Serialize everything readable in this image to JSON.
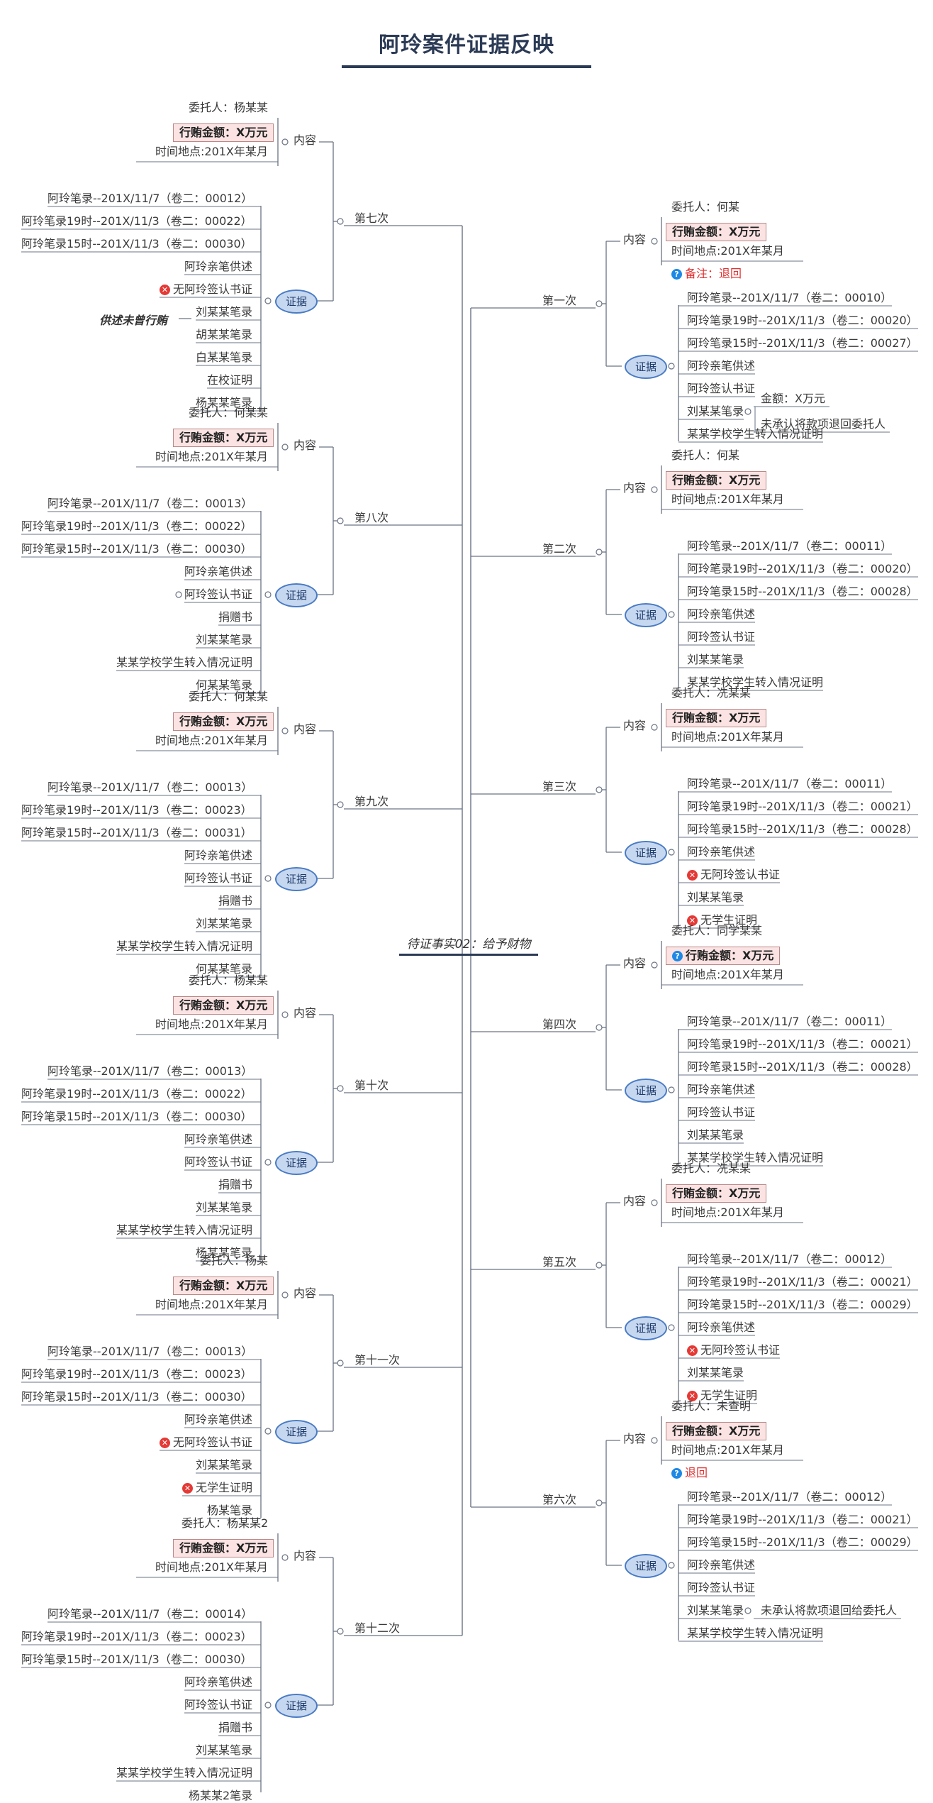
{
  "title": "阿玲案件证据反映",
  "root": "待证事实02：给予财物",
  "labels": {
    "content": "内容",
    "evidence": "证据",
    "amount": "行贿金额：X万元",
    "time_place": "时间地点:201X年某月"
  },
  "sections": [
    {
      "key": "s1",
      "label": "第一次",
      "side": "right",
      "client": "委托人：何某",
      "note": "备注：退回",
      "evidence": [
        {
          "text": "阿玲笔录--201X/11/7（卷二：00010）"
        },
        {
          "text": "阿玲笔录19时--201X/11/3（卷二：00020）"
        },
        {
          "text": "阿玲笔录15时--201X/11/3（卷二：00027）"
        },
        {
          "text": "阿玲亲笔供述"
        },
        {
          "text": "阿玲签认书证"
        },
        {
          "text": "刘某某笔录",
          "children": [
            "金额：X万元",
            "未承认将款项退回委托人"
          ]
        },
        {
          "text": "某某学校学生转入情况证明"
        }
      ]
    },
    {
      "key": "s2",
      "label": "第二次",
      "side": "right",
      "client": "委托人：何某",
      "evidence": [
        {
          "text": "阿玲笔录--201X/11/7（卷二：00011）"
        },
        {
          "text": "阿玲笔录19时--201X/11/3（卷二：00020）"
        },
        {
          "text": "阿玲笔录15时--201X/11/3（卷二：00028）"
        },
        {
          "text": "阿玲亲笔供述"
        },
        {
          "text": "阿玲签认书证"
        },
        {
          "text": "刘某某笔录"
        },
        {
          "text": "某某学校学生转入情况证明"
        }
      ]
    },
    {
      "key": "s3",
      "label": "第三次",
      "side": "right",
      "client": "委托人：冼某某",
      "evidence": [
        {
          "text": "阿玲笔录--201X/11/7（卷二：00011）"
        },
        {
          "text": "阿玲笔录19时--201X/11/3（卷二：00021）"
        },
        {
          "text": "阿玲笔录15时--201X/11/3（卷二：00028）"
        },
        {
          "text": "阿玲亲笔供述"
        },
        {
          "text": "无阿玲签认书证",
          "bad": true
        },
        {
          "text": "刘某某笔录"
        },
        {
          "text": "无学生证明",
          "bad": true
        }
      ]
    },
    {
      "key": "s4",
      "label": "第四次",
      "side": "right",
      "client": "委托人：同学某某",
      "amount_q": true,
      "evidence": [
        {
          "text": "阿玲笔录--201X/11/7（卷二：00011）"
        },
        {
          "text": "阿玲笔录19时--201X/11/3（卷二：00021）"
        },
        {
          "text": "阿玲笔录15时--201X/11/3（卷二：00028）"
        },
        {
          "text": "阿玲亲笔供述"
        },
        {
          "text": "阿玲签认书证"
        },
        {
          "text": "刘某某笔录"
        },
        {
          "text": "某某学校学生转入情况证明"
        }
      ]
    },
    {
      "key": "s5",
      "label": "第五次",
      "side": "right",
      "client": "委托人：冼某某",
      "evidence": [
        {
          "text": "阿玲笔录--201X/11/7（卷二：00012）"
        },
        {
          "text": "阿玲笔录19时--201X/11/3（卷二：00021）"
        },
        {
          "text": "阿玲笔录15时--201X/11/3（卷二：00029）"
        },
        {
          "text": "阿玲亲笔供述"
        },
        {
          "text": "无阿玲签认书证",
          "bad": true
        },
        {
          "text": "刘某某笔录"
        },
        {
          "text": "无学生证明",
          "bad": true
        }
      ]
    },
    {
      "key": "s6",
      "label": "第六次",
      "side": "right",
      "client": "委托人：未查明",
      "note": "退回",
      "evidence": [
        {
          "text": "阿玲笔录--201X/11/7（卷二：00012）"
        },
        {
          "text": "阿玲笔录19时--201X/11/3（卷二：00021）"
        },
        {
          "text": "阿玲笔录15时--201X/11/3（卷二：00029）"
        },
        {
          "text": "阿玲亲笔供述"
        },
        {
          "text": "阿玲签认书证"
        },
        {
          "text": "刘某某笔录",
          "children": [
            "未承认将款项退回给委托人"
          ]
        },
        {
          "text": "某某学校学生转入情况证明"
        }
      ]
    },
    {
      "key": "s7",
      "label": "第七次",
      "side": "left",
      "client": "委托人：杨某某",
      "evidence": [
        {
          "text": "阿玲笔录--201X/11/7（卷二：00012）"
        },
        {
          "text": "阿玲笔录19时--201X/11/3（卷二：00022）"
        },
        {
          "text": "阿玲笔录15时--201X/11/3（卷二：00030）"
        },
        {
          "text": "阿玲亲笔供述"
        },
        {
          "text": "无阿玲签认书证",
          "bad": true
        },
        {
          "text": "刘某某笔录"
        },
        {
          "text": "胡某某笔录"
        },
        {
          "text": "白某某笔录"
        },
        {
          "text": "在校证明"
        },
        {
          "text": "杨某某笔录"
        }
      ]
    },
    {
      "key": "s8",
      "label": "第八次",
      "side": "left",
      "client": "委托人：何某某",
      "evidence": [
        {
          "text": "阿玲笔录--201X/11/7（卷二：00013）"
        },
        {
          "text": "阿玲笔录19时--201X/11/3（卷二：00022）"
        },
        {
          "text": "阿玲笔录15时--201X/11/3（卷二：00030）"
        },
        {
          "text": "阿玲亲笔供述"
        },
        {
          "text": "阿玲签认书证",
          "dot": true
        },
        {
          "text": "捐赠书"
        },
        {
          "text": "刘某某笔录"
        },
        {
          "text": "某某学校学生转入情况证明"
        },
        {
          "text": "何某某笔录"
        }
      ]
    },
    {
      "key": "s9",
      "label": "第九次",
      "side": "left",
      "client": "委托人：何某某",
      "evidence": [
        {
          "text": "阿玲笔录--201X/11/7（卷二：00013）"
        },
        {
          "text": "阿玲笔录19时--201X/11/3（卷二：00023）"
        },
        {
          "text": "阿玲笔录15时--201X/11/3（卷二：00031）"
        },
        {
          "text": "阿玲亲笔供述"
        },
        {
          "text": "阿玲签认书证"
        },
        {
          "text": "捐赠书"
        },
        {
          "text": "刘某某笔录"
        },
        {
          "text": "某某学校学生转入情况证明"
        },
        {
          "text": "何某某笔录"
        }
      ]
    },
    {
      "key": "s10",
      "label": "第十次",
      "side": "left",
      "client": "委托人：杨某某",
      "evidence": [
        {
          "text": "阿玲笔录--201X/11/7（卷二：00013）"
        },
        {
          "text": "阿玲笔录19时--201X/11/3（卷二：00022）"
        },
        {
          "text": "阿玲笔录15时--201X/11/3（卷二：00030）"
        },
        {
          "text": "阿玲亲笔供述"
        },
        {
          "text": "阿玲签认书证"
        },
        {
          "text": "捐赠书"
        },
        {
          "text": "刘某某笔录"
        },
        {
          "text": "某某学校学生转入情况证明"
        },
        {
          "text": "杨某某笔录"
        }
      ]
    },
    {
      "key": "s11",
      "label": "第十一次",
      "side": "left",
      "client": "委托人：杨某",
      "evidence": [
        {
          "text": "阿玲笔录--201X/11/7（卷二：00013）"
        },
        {
          "text": "阿玲笔录19时--201X/11/3（卷二：00023）"
        },
        {
          "text": "阿玲笔录15时--201X/11/3（卷二：00030）"
        },
        {
          "text": "阿玲亲笔供述"
        },
        {
          "text": "无阿玲签认书证",
          "bad": true
        },
        {
          "text": "刘某某笔录"
        },
        {
          "text": "无学生证明",
          "bad": true
        },
        {
          "text": "杨某笔录"
        }
      ]
    },
    {
      "key": "s12",
      "label": "第十二次",
      "side": "left",
      "client": "委托人：杨某某2",
      "evidence": [
        {
          "text": "阿玲笔录--201X/11/7（卷二：00014）"
        },
        {
          "text": "阿玲笔录19时--201X/11/3（卷二：00023）"
        },
        {
          "text": "阿玲笔录15时--201X/11/3（卷二：00030）"
        },
        {
          "text": "阿玲亲笔供述"
        },
        {
          "text": "阿玲签认书证"
        },
        {
          "text": "捐赠书"
        },
        {
          "text": "刘某某笔录"
        },
        {
          "text": "某某学校学生转入情况证明"
        },
        {
          "text": "杨某某2笔录"
        }
      ]
    }
  ],
  "side_note": "供述未曾行贿",
  "colors": {
    "line": "#6a7384",
    "accent": "#2b3a55",
    "bubble": "#c6d8f0",
    "bubble_border": "#4a7bc4",
    "highlight": "#fbe3e3",
    "bad": "#e53935",
    "question": "#1e88e5"
  }
}
